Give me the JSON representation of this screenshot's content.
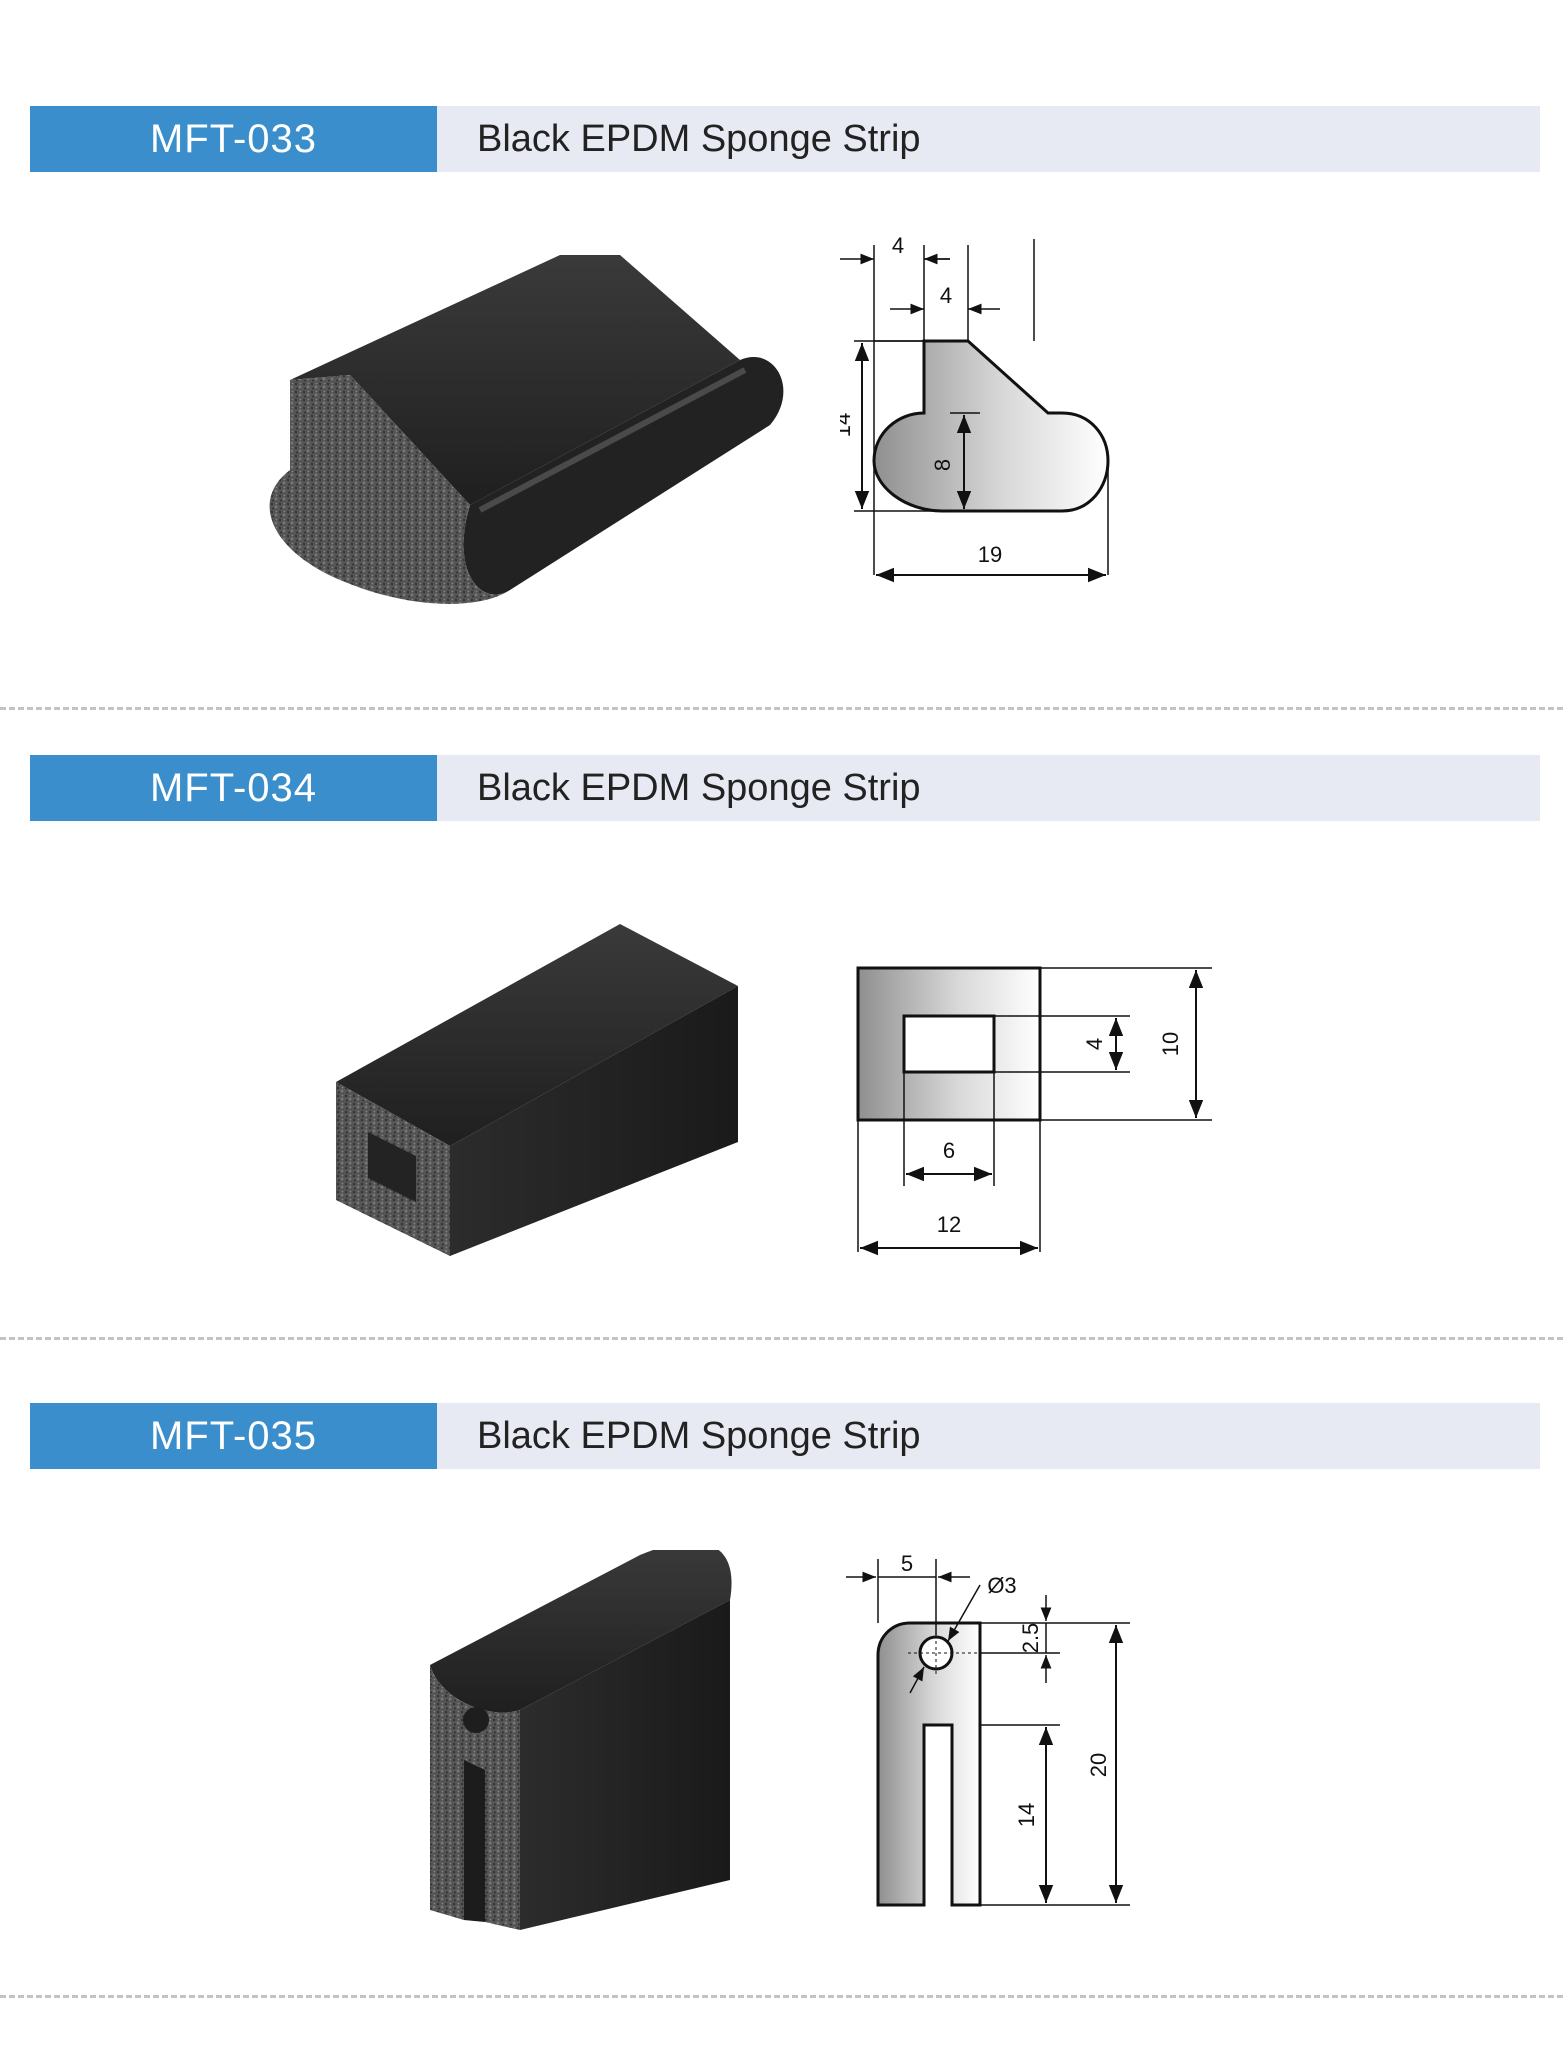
{
  "products": [
    {
      "code": "MFT-033",
      "title": "Black EPDM Sponge Strip",
      "dims": {
        "top_left": "4",
        "top_right": "4",
        "height": "14",
        "lobe": "8",
        "width": "19"
      }
    },
    {
      "code": "MFT-034",
      "title": "Black EPDM Sponge Strip",
      "dims": {
        "hole_h": "4",
        "height": "10",
        "hole_w": "6",
        "width": "12"
      }
    },
    {
      "code": "MFT-035",
      "title": "Black EPDM Sponge Strip",
      "dims": {
        "offset": "5",
        "hole_dia": "Ø3",
        "top": "2.5",
        "slot": "14",
        "height": "20"
      }
    }
  ]
}
